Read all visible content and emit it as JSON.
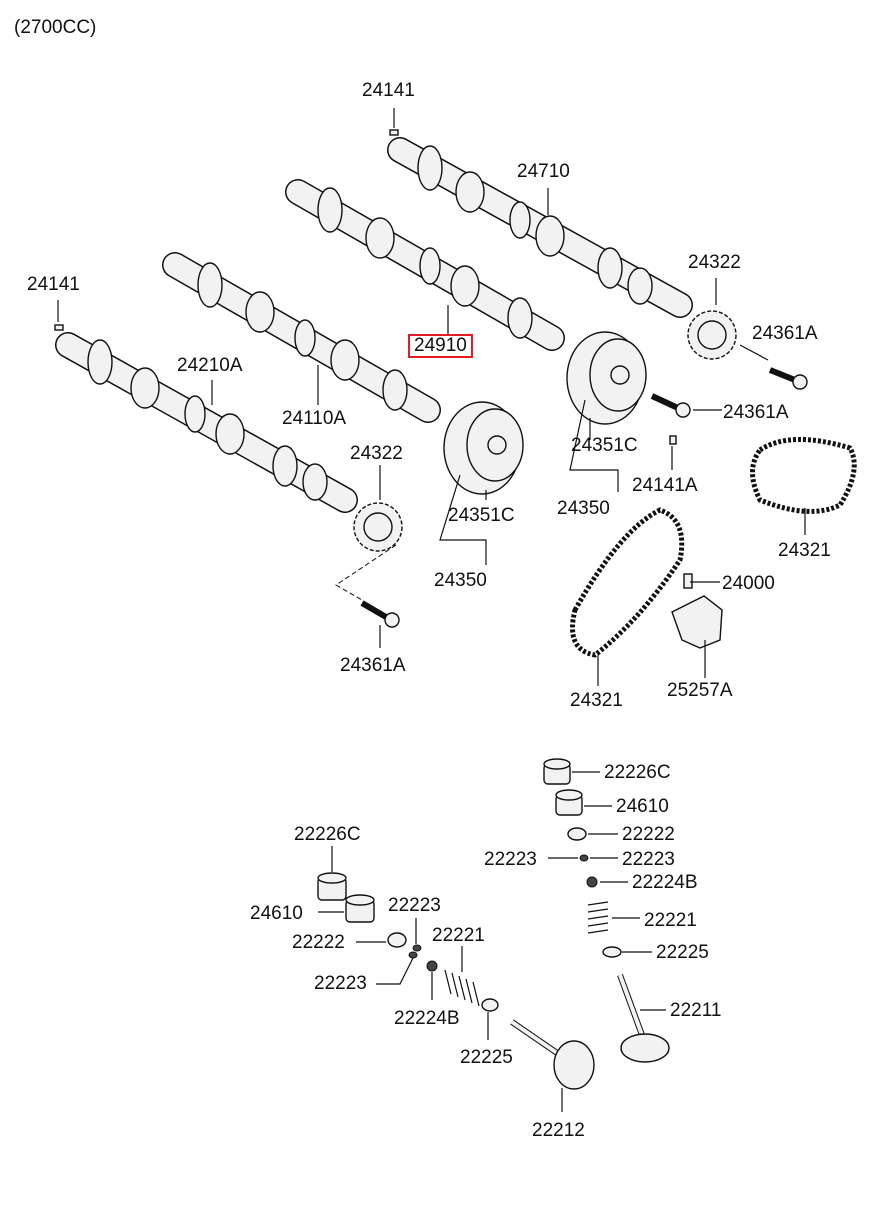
{
  "header": {
    "engine_note": "(2700CC)"
  },
  "labels": {
    "l24141_top": "24141",
    "l24710": "24710",
    "l24322_right": "24322",
    "l24141_left": "24141",
    "l24361A_r1": "24361A",
    "l24910": "24910",
    "l24210A": "24210A",
    "l24110A": "24110A",
    "l24361A_r2": "24361A",
    "l24351C_r": "24351C",
    "l24322_mid": "24322",
    "l24141A": "24141A",
    "l24351C_m": "24351C",
    "l24350_r": "24350",
    "l24321_r": "24321",
    "l24350_m": "24350",
    "l24000": "24000",
    "l24361A_b": "24361A",
    "l24321_b": "24321",
    "l25257A": "25257A",
    "l22226C_r": "22226C",
    "l24610_r": "24610",
    "l22222_r": "22222",
    "l22223_r1": "22223",
    "l22223_r2": "22223",
    "l22224B_r": "22224B",
    "l22226C_l": "22226C",
    "l22221_r": "22221",
    "l22225_r": "22225",
    "l24610_l": "24610",
    "l22223_l1": "22223",
    "l22221_l": "22221",
    "l22222_l": "22222",
    "l22211": "22211",
    "l22223_l2": "22223",
    "l22224B_l": "22224B",
    "l22225_l": "22225",
    "l22212": "22212"
  },
  "highlight": {
    "part": "24910",
    "color": "#e31b23"
  }
}
